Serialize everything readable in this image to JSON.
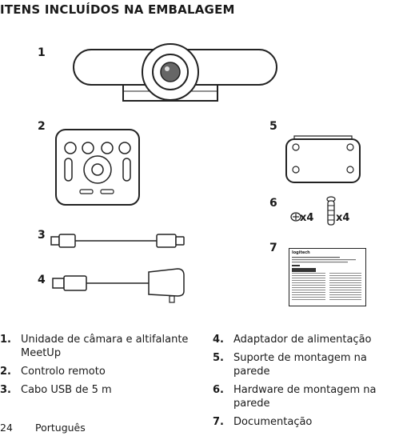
{
  "title": "ITENS INCLUÍDOS NA EMBALAGEM",
  "figure_numbers": [
    "1",
    "2",
    "3",
    "4",
    "5",
    "6",
    "7"
  ],
  "hardware_qty": [
    "x4",
    "x4"
  ],
  "items": [
    {
      "num": "1.",
      "text": "Unidade de câmara e altifalante MeetUp"
    },
    {
      "num": "2.",
      "text": "Controlo remoto"
    },
    {
      "num": "3.",
      "text": "Cabo USB de 5 m"
    },
    {
      "num": "4.",
      "text": "Adaptador de alimentação"
    },
    {
      "num": "5.",
      "text": "Suporte de montagem na parede"
    },
    {
      "num": "6.",
      "text": "Hardware de montagem na parede"
    },
    {
      "num": "7.",
      "text": "Documentação"
    }
  ],
  "doc_brand": "logitech",
  "footer": {
    "page": "24",
    "language": "Português"
  }
}
